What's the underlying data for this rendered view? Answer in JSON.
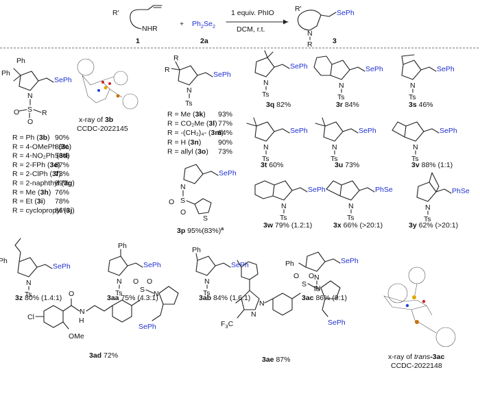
{
  "scheme": {
    "substrate_group_R1": "R'",
    "substrate_group_nhr": "NHR",
    "substrate_label": "1",
    "plus": "+",
    "reagent": "Ph",
    "reagent_sub": "2",
    "reagent_se": "Se",
    "reagent_se_sub": "2",
    "reagent_label": "2a",
    "conditions_top": "1 equiv. PhIO",
    "conditions_bottom": "DCM, r.t.",
    "product_group_R1": "R'",
    "product_N": "N",
    "product_R": "R",
    "product_seph": "SePh",
    "product_label": "3"
  },
  "series_b": {
    "ring_ph1": "Ph",
    "ring_ph2": "Ph",
    "N": "N",
    "S": "S",
    "O1": "O",
    "O2": "O",
    "R": "R",
    "seph": "SePh",
    "xray_line1": "x-ray of ",
    "xray_bold": "3b",
    "xray_line2": "CCDC-2022145",
    "rows": [
      {
        "r": "R = Ph (",
        "id": "3b",
        "close": ")",
        "yield": "90%"
      },
      {
        "r": "R = 4-OMePh (",
        "id": "3c",
        "close": ")",
        "yield": "85%"
      },
      {
        "r": "R = 4-NO₂Ph (",
        "id": "3d",
        "close": ")",
        "yield": "56%"
      },
      {
        "r": "R = 2-FPh (",
        "id": "3e",
        "close": ")",
        "yield": "87%"
      },
      {
        "r": "R = 2-ClPh (",
        "id": "3f",
        "close": ")",
        "yield": "73%"
      },
      {
        "r": "R = 2-naphthyl (",
        "id": "3g",
        "close": ")",
        "yield": "89%"
      },
      {
        "r": "R = Me (",
        "id": "3h",
        "close": ")",
        "yield": "76%"
      },
      {
        "r": "R = Et (",
        "id": "3i",
        "close": ")",
        "yield": "78%"
      },
      {
        "r": "R = cyclopropyl (",
        "id": "3j",
        "close": ")",
        "yield": "86%"
      }
    ]
  },
  "series_k": {
    "R1": "R",
    "R2": "R",
    "N": "N",
    "Ts": "Ts",
    "seph": "SePh",
    "rows": [
      {
        "r": "R = Me (",
        "id": "3k",
        "close": ")",
        "yield": "93%"
      },
      {
        "r": "R = CO₂Me (",
        "id": "3l",
        "close": ")",
        "yield": "77%"
      },
      {
        "r": "R = -(CH₂)₄- (",
        "id": "3m",
        "close": ")",
        "yield": "84%"
      },
      {
        "r": "R = H (",
        "id": "3n",
        "close": ")",
        "yield": "90%"
      },
      {
        "r": "R = allyl (",
        "id": "3o",
        "close": ")",
        "yield": "73%"
      }
    ]
  },
  "p3": {
    "N": "N",
    "S": "S",
    "O1": "O",
    "O2": "O",
    "Sth": "S",
    "seph": "SePh",
    "id": "3p",
    "yield": " 95%(83%)",
    "note": "a"
  },
  "compounds": [
    {
      "key": "3q",
      "id": "3q",
      "yield": " 82%",
      "N": "N",
      "Ts": "Ts",
      "seph": "SePh"
    },
    {
      "key": "3r",
      "id": "3r",
      "yield": " 84%",
      "N": "N",
      "Ts": "Ts",
      "seph": "SePh"
    },
    {
      "key": "3s",
      "id": "3s",
      "yield": " 46%",
      "N": "N",
      "Ts": "Ts",
      "seph": "SePh"
    },
    {
      "key": "3t",
      "id": "3t",
      "yield": " 60%",
      "N": "N",
      "Ts": "Ts",
      "seph": "SePh"
    },
    {
      "key": "3u",
      "id": "3u",
      "yield": " 73%",
      "N": "N",
      "Ts": "Ts",
      "seph": "SePh"
    },
    {
      "key": "3v",
      "id": "3v",
      "yield": " 88% (1:1)",
      "N": "N",
      "Ts": "Ts",
      "seph": "SePh"
    },
    {
      "key": "3w",
      "id": "3w",
      "yield": " 79% (1.2:1)",
      "N": "N",
      "Ts": "Ts",
      "seph": "SePh"
    },
    {
      "key": "3x",
      "id": "3x",
      "yield": " 66%  (>20:1)",
      "N": "N",
      "Ts": "Ts",
      "seph": "PhSe"
    },
    {
      "key": "3y",
      "id": "3y",
      "yield": " 62% (>20:1)",
      "N": "N",
      "Ts": "Ts",
      "seph": "PhSe"
    },
    {
      "key": "3z",
      "id": "3z",
      "yield": " 80% (1.4:1)",
      "N": "N",
      "Ts": "Ts",
      "seph": "SePh",
      "ph": "Ph"
    },
    {
      "key": "3aa",
      "id": "3aa",
      "yield": " 75% (4.3:1)",
      "N": "N",
      "Ts": "Ts",
      "seph": "SePh",
      "ph": "Ph"
    },
    {
      "key": "3ab",
      "id": "3ab",
      "yield": " 84% (1.6:1)",
      "N": "N",
      "Ts": "Ts",
      "seph": "SePh",
      "ph": "Ph"
    },
    {
      "key": "3ac",
      "id": "3ac",
      "yield": " 86% (9:1)",
      "N": "N",
      "Ts": "Ts",
      "seph": "SePh",
      "ph": "Ph"
    }
  ],
  "ad": {
    "Cl": "Cl",
    "O": "O",
    "N_amide": "N",
    "H": "H",
    "OMe": "OMe",
    "S": "S",
    "O1": "O",
    "O2": "O",
    "N": "N",
    "seph": "SePh",
    "id": "3ad",
    "yield": " 72%"
  },
  "ae": {
    "CF3": "F",
    "CF3_sub": "3",
    "CF3_C": "C",
    "N1": "N",
    "N2": "N",
    "S": "S",
    "O1": "O",
    "O2": "O",
    "N": "N",
    "seph": "SePh",
    "id": "3ae",
    "yield": " 87%"
  },
  "xray_ac": {
    "line1": "x-ray of ",
    "italic": "trans",
    "bold": "-3ac",
    "line2": "CCDC-2022148"
  },
  "colors": {
    "se_blue": "#1f2fd1",
    "xray_s": "#e0a800",
    "xray_o": "#d02020",
    "xray_n": "#2040d0"
  }
}
